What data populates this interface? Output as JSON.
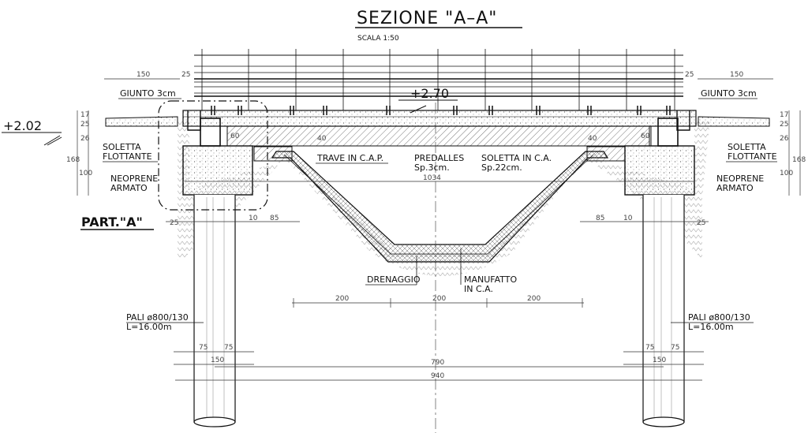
{
  "title": "SEZIONE \"A–A\"",
  "scale": "SCALA 1:50",
  "elevations": {
    "deck": "+2.70",
    "road": "+2.02"
  },
  "labels": {
    "giunto_left": "GIUNTO 3cm",
    "giunto_right": "GIUNTO 3cm",
    "soletta_flottante_left_1": "SOLETTA",
    "soletta_flottante_left_2": "FLOTTANTE",
    "soletta_flottante_right_1": "SOLETTA",
    "soletta_flottante_right_2": "FLOTTANTE",
    "neoprene_left_1": "NEOPRENE",
    "neoprene_left_2": "ARMATO",
    "neoprene_right_1": "NEOPRENE",
    "neoprene_right_2": "ARMATO",
    "part_a": "PART.\"A\"",
    "trave": "TRAVE IN C.A.P.",
    "predalles_1": "PREDALLES",
    "predalles_2": "Sp.3cm.",
    "soletta_ca_1": "SOLETTA IN C.A.",
    "soletta_ca_2": "Sp.22cm.",
    "drenaggio": "DRENAGGIO",
    "manufatto_1": "MANUFATTO",
    "manufatto_2": "IN C.A.",
    "pali_left_1": "PALI ø800/130",
    "pali_left_2": "L=16.00m",
    "pali_right_1": "PALI ø800/130",
    "pali_right_2": "L=16.00m"
  },
  "dimensions": {
    "top_left": "150",
    "top_left_small": "25",
    "top_right": "150",
    "top_right_small": "25",
    "left_17": "17",
    "left_25": "25",
    "left_26": "26",
    "left_100": "100",
    "left_168": "168",
    "right_17": "17",
    "right_25": "25",
    "right_26": "26",
    "right_100": "100",
    "right_168": "168",
    "h_60_left": "60",
    "h_40_left": "40",
    "h_40_right": "40",
    "h_60_right": "60",
    "span": "1034",
    "gap_left_10": "10",
    "gap_left_85": "85",
    "gap_left_25": "25",
    "gap_right_85": "85",
    "gap_right_10": "10",
    "gap_right_25": "25",
    "ch_200_a": "200",
    "ch_200_b": "200",
    "ch_200_c": "200",
    "pile_75_a": "75",
    "pile_75_b": "75",
    "pile_75_c": "75",
    "pile_75_d": "75",
    "pile_150_left": "150",
    "pile_150_right": "150",
    "axis_790": "790",
    "axis_940": "940"
  }
}
